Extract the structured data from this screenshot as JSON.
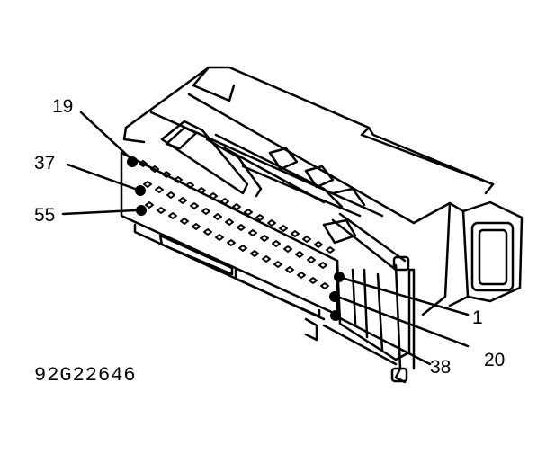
{
  "figure": {
    "code": "92G22646",
    "pin_labels": [
      "19",
      "37",
      "55",
      "1",
      "20",
      "38"
    ]
  },
  "colors": {
    "ink": "#000000",
    "paper": "#ffffff"
  }
}
